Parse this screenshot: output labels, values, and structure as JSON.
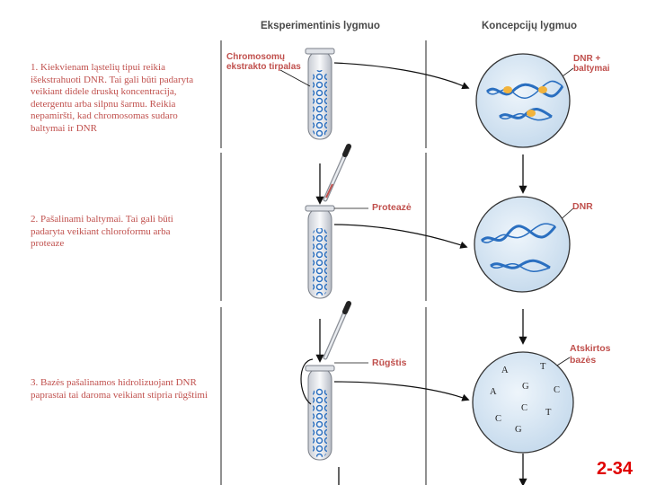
{
  "headers": {
    "experimental": "Eksperimentinis lygmuo",
    "conceptual": "Koncepcijų lygmuo"
  },
  "steps": [
    "1. Kiekvienam ląstelių tipui reikia išekstrahuoti DNR. Tai gali būti padaryta veikiant didele druskų koncentracija, detergentu arba silpnu šarmu. Reikia nepamiršti, kad chromosomas sudaro baltymai ir DNR",
    "2. Pašalinami baltymai. Tai gali būti padaryta veikiant chloroformu arba proteaze",
    "3. Bazės pašalinamos hidrolizuojant DNR paprastai tai daroma veikiant stipria rūgštimi"
  ],
  "labels": {
    "extract_line1": "Chromosomų",
    "extract_line2": "ekstrakto tirpalas",
    "protease": "Proteazė",
    "acid": "Rūgštis",
    "dna_protein_line1": "DNR +",
    "dna_protein_line2": "baltymai",
    "dna": "DNR",
    "bases_line1": "Atskirtos",
    "bases_line2": "bazės"
  },
  "bases": [
    "A",
    "T",
    "G",
    "A",
    "C",
    "C",
    "T",
    "C",
    "G"
  ],
  "slide_number": "2-34",
  "colors": {
    "label_red": "#c0504d",
    "tube_blue": "#2a6fc0",
    "circle_fill": "#d6e6f4",
    "slide_red": "#e00000"
  }
}
